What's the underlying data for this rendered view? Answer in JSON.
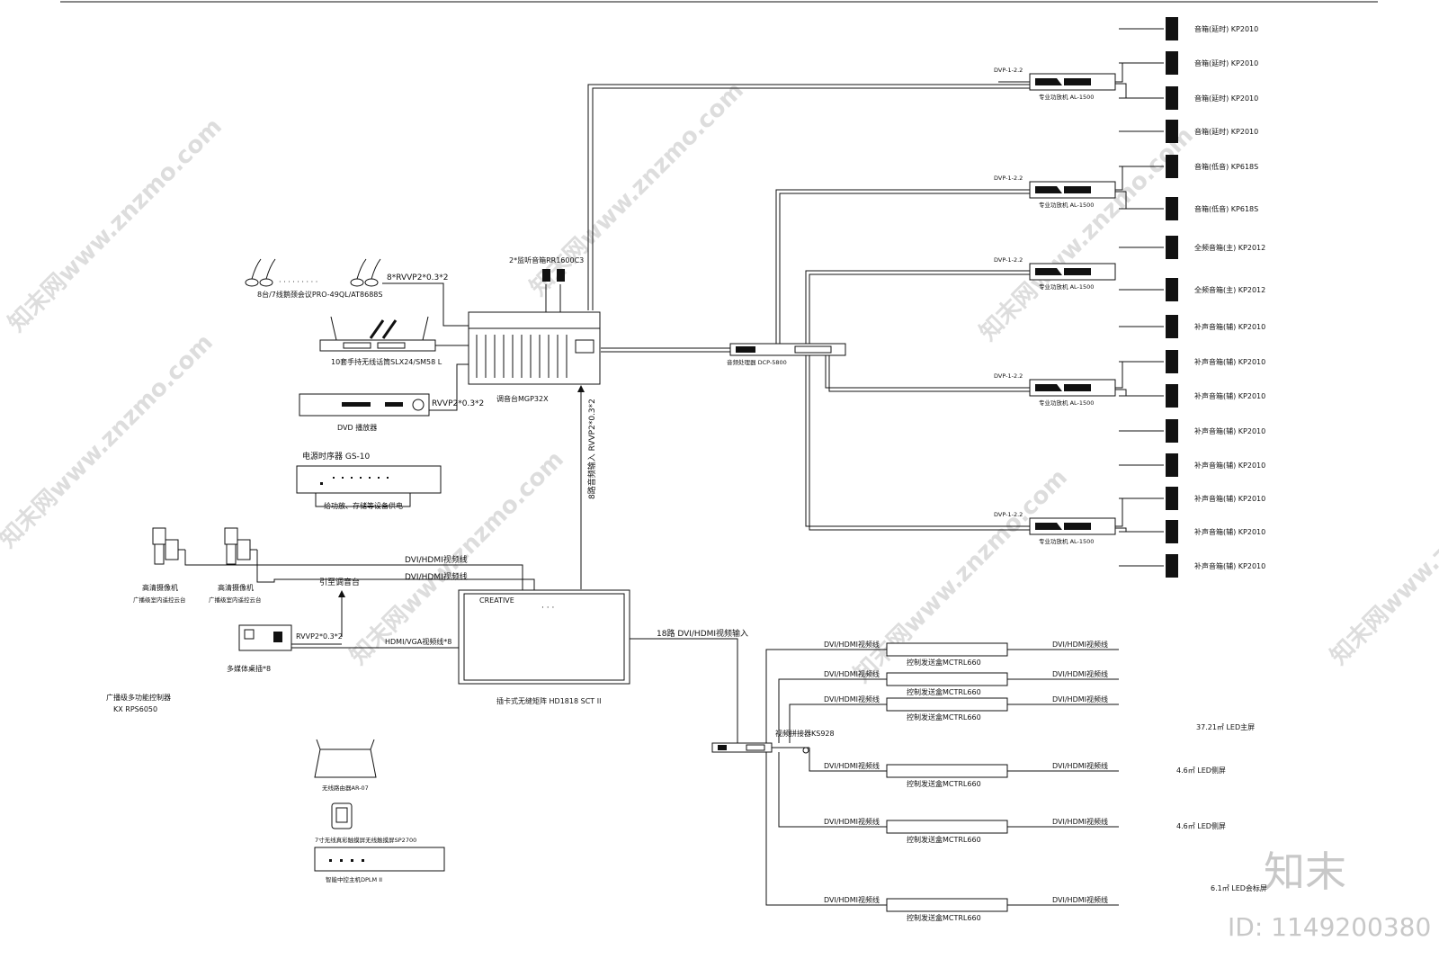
{
  "labels": {
    "delay_speakers": [
      "音箱(延时) KP2010",
      "音箱(延时) KP2010",
      "音箱(延时) KP2010",
      "音箱(延时) KP2010"
    ],
    "sub_speakers": [
      "音箱(低音) KP618S",
      "音箱(低音) KP618S"
    ],
    "main_speakers": [
      "全频音箱(主) KP2012",
      "全频音箱(主) KP2012"
    ],
    "fill_speakers": [
      "补声音箱(辅) KP2010",
      "补声音箱(辅) KP2010",
      "补声音箱(辅) KP2010",
      "补声音箱(辅) KP2010",
      "补声音箱(辅) KP2010",
      "补声音箱(辅) KP2010",
      "补声音箱(辅) KP2010",
      "补声音箱(辅) KP2010"
    ],
    "cable_8rvvp": "8*RVVP2*0.3*2",
    "wired_mics": "8台/7线鹅颈会议PRO-49QL/AT8688S",
    "wireless_mics": "10套手持无线话筒SLX24/SM58 L",
    "monitors": "2*监听音箱RR1600C3",
    "mixer": "调音台MGP32X",
    "dvd": "DVD 播放器",
    "rvvp": "RVVP2*0.3*2",
    "sequencer": "电源时序器 GS-10",
    "sequencer_note": "给功放、存储等设备供电",
    "audio_in": "8路音频输入 RVVP2*0.3*2",
    "processor": "音频处理器 DCP-5800",
    "cam1": "高清摄像机",
    "cam1_note": "广播级室内遥控云台",
    "cam2": "高清摄像机",
    "cam2_note": "广播级室内遥控云台",
    "dvi_line": "DVI/HDMI视频线",
    "to_mixer": "引至调音台",
    "media": "多媒体桌插*8",
    "rvvp2": "RVVP2*0.3*2",
    "hdmi_vga": "HDMI/VGA视频线*8",
    "matrix_brand": "CREATIVE",
    "matrix": "插卡式无缝矩阵 HD1818 SCT II",
    "dvi_18": "18路 DVI/HDMI视频输入",
    "controller": "广播级多功能控制器",
    "controller_model": "KX RPS6050",
    "splicer": "视频拼接器KS928",
    "send_box": "控制发送盒MCTRL660",
    "led_main": "37.21㎡ LED主屏",
    "led_side1": "4.6㎡ LED侧屏",
    "led_side2": "4.6㎡ LED侧屏",
    "led_sign": "6.1㎡ LED会标屏",
    "router": "无线路由器AR-07",
    "touch": "7寸无线真彩触摸屏无线触摸屏SP2700",
    "central": "智能中控主机DPLM II",
    "amp": "专业功放机 AL-1500",
    "amp_in": "DVP-1-2.2",
    "brand_wm": "知末",
    "id_wm": "ID: 1149200380",
    "site_wm": "知末网www.znzmo.com"
  },
  "colors": {
    "line": "#111111",
    "watermark": "#c8c8c8"
  }
}
